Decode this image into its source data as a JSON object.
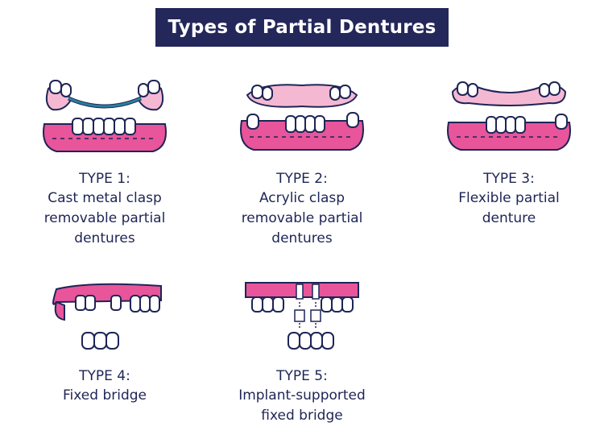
{
  "title": "Types of Partial Dentures",
  "types": [
    {
      "label": "TYPE 1:",
      "lines": [
        "Cast metal clasp",
        "removable partial",
        "dentures"
      ]
    },
    {
      "label": "TYPE 2:",
      "lines": [
        "Acrylic clasp",
        "removable partial",
        "dentures"
      ]
    },
    {
      "label": "TYPE 3:",
      "lines": [
        "Flexible partial",
        "denture"
      ]
    },
    {
      "label": "TYPE 4:",
      "lines": [
        "Fixed bridge"
      ]
    },
    {
      "label": "TYPE 5:",
      "lines": [
        "Implant-supported",
        "fixed bridge"
      ]
    }
  ],
  "colors": {
    "title_bg": "#24275a",
    "gum": "#e8559a",
    "gum_light": "#f5b8d2",
    "outline": "#1e2556",
    "clasp_metal": "#2a7f9a",
    "text": "#1e2556"
  }
}
